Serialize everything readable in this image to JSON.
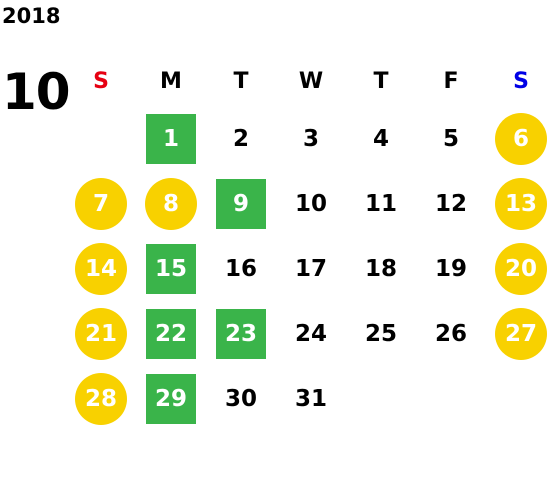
{
  "calendar": {
    "year": "2018",
    "month": "10",
    "weekdays": [
      {
        "label": "S",
        "color": "#e60012"
      },
      {
        "label": "M",
        "color": "#000000"
      },
      {
        "label": "T",
        "color": "#000000"
      },
      {
        "label": "W",
        "color": "#000000"
      },
      {
        "label": "T",
        "color": "#000000"
      },
      {
        "label": "F",
        "color": "#000000"
      },
      {
        "label": "S",
        "color": "#0000e6"
      }
    ],
    "first_weekday_index": 1,
    "colors": {
      "green": "#3ab44a",
      "yellow": "#f8d100"
    },
    "days": [
      {
        "day": "1",
        "style": "green"
      },
      {
        "day": "2",
        "style": "plain"
      },
      {
        "day": "3",
        "style": "plain"
      },
      {
        "day": "4",
        "style": "plain"
      },
      {
        "day": "5",
        "style": "plain"
      },
      {
        "day": "6",
        "style": "yellow"
      },
      {
        "day": "7",
        "style": "yellow"
      },
      {
        "day": "8",
        "style": "yellow"
      },
      {
        "day": "9",
        "style": "green"
      },
      {
        "day": "10",
        "style": "plain"
      },
      {
        "day": "11",
        "style": "plain"
      },
      {
        "day": "12",
        "style": "plain"
      },
      {
        "day": "13",
        "style": "yellow"
      },
      {
        "day": "14",
        "style": "yellow"
      },
      {
        "day": "15",
        "style": "green"
      },
      {
        "day": "16",
        "style": "plain"
      },
      {
        "day": "17",
        "style": "plain"
      },
      {
        "day": "18",
        "style": "plain"
      },
      {
        "day": "19",
        "style": "plain"
      },
      {
        "day": "20",
        "style": "yellow"
      },
      {
        "day": "21",
        "style": "yellow"
      },
      {
        "day": "22",
        "style": "green"
      },
      {
        "day": "23",
        "style": "green"
      },
      {
        "day": "24",
        "style": "plain"
      },
      {
        "day": "25",
        "style": "plain"
      },
      {
        "day": "26",
        "style": "plain"
      },
      {
        "day": "27",
        "style": "yellow"
      },
      {
        "day": "28",
        "style": "yellow"
      },
      {
        "day": "29",
        "style": "green"
      },
      {
        "day": "30",
        "style": "plain"
      },
      {
        "day": "31",
        "style": "plain"
      }
    ]
  }
}
